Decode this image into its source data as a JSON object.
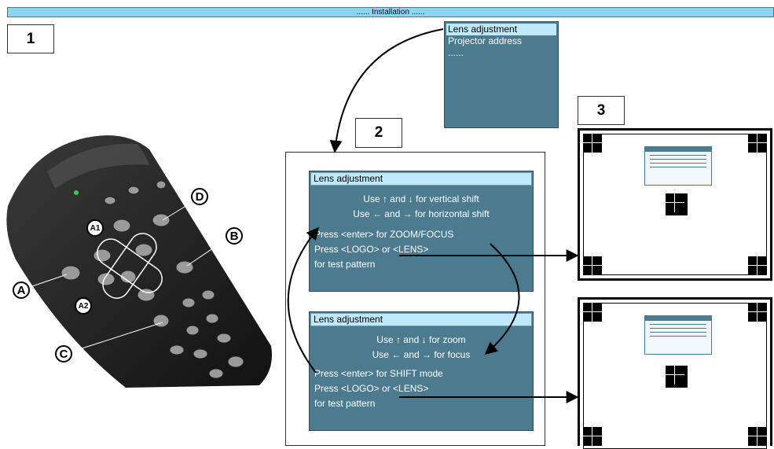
{
  "header": {
    "title": "...... Installation ......"
  },
  "steps": {
    "one": "1",
    "two": "2",
    "three": "3"
  },
  "menu": {
    "items": [
      {
        "label": "Lens adjustment"
      },
      {
        "label": "Projector address"
      },
      {
        "label": "......"
      }
    ]
  },
  "panel_shift": {
    "title": "Lens adjustment",
    "line1": "Use ↑ and ↓ for vertical shift",
    "line2": "Use ← and → for horizontal shift",
    "line3": "Press <enter> for ZOOM/FOCUS",
    "line4": "Press <LOGO> or <LENS>",
    "line5": "for test pattern"
  },
  "panel_zoom": {
    "title": "Lens adjustment",
    "line1": "Use ↑ and ↓ for zoom",
    "line2": "Use ← and → for focus",
    "line3": "Press <enter> for SHIFT mode",
    "line4": "Press <LOGO> or <LENS>",
    "line5": "for test pattern"
  },
  "callouts": {
    "a": "A",
    "b": "B",
    "c": "C",
    "d": "D",
    "a1": "A1",
    "a2": "A2"
  },
  "colors": {
    "menu_bg": "#4c7b8f",
    "menu_selected": "#bfe8fb",
    "titlebar": "#8fd3f2"
  }
}
